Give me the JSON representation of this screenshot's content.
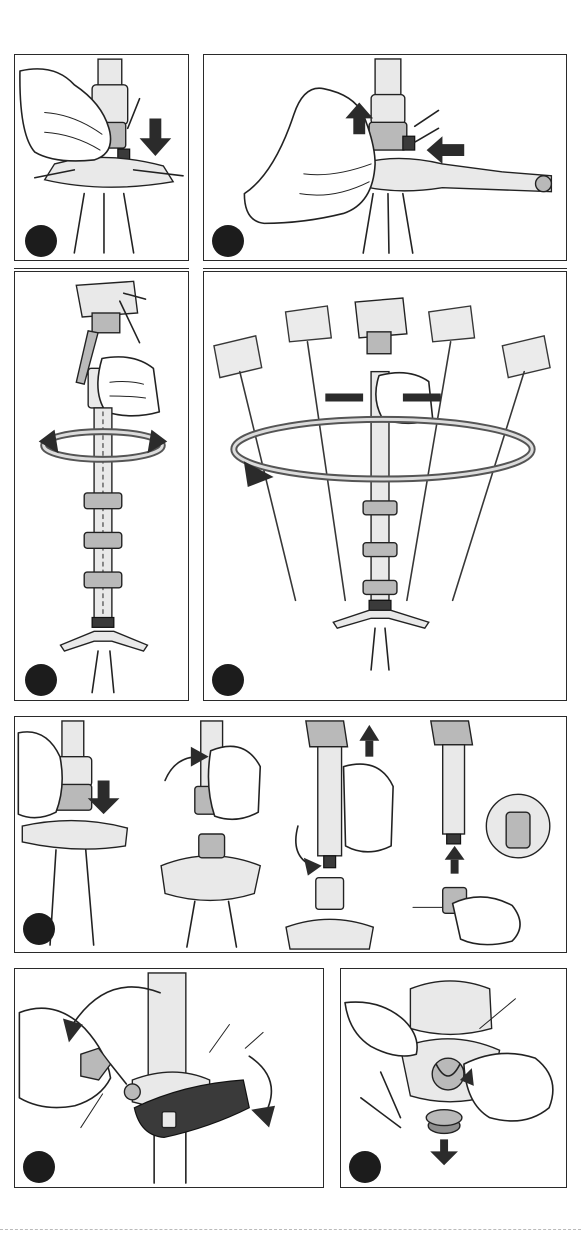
{
  "document": {
    "type": "assembly-instructions",
    "panels": [
      {
        "id": "step-1",
        "depicts": "press-collar-down"
      },
      {
        "id": "step-2",
        "depicts": "lift-collar-press-button"
      },
      {
        "id": "step-3",
        "depicts": "rotate-monopod"
      },
      {
        "id": "step-4",
        "depicts": "tilt-monopod"
      },
      {
        "id": "step-5",
        "depicts": "remove-column-attach-cap"
      },
      {
        "id": "step-6",
        "depicts": "adjust-knob-and-lever"
      },
      {
        "id": "step-7",
        "depicts": "remove-base-foot"
      }
    ]
  },
  "colors": {
    "ink": "#222222",
    "dot": "#1c1c1c",
    "light_gray": "#e9e9e9",
    "mid_gray": "#b9b9b9",
    "dark_gray": "#8f8f8f"
  }
}
